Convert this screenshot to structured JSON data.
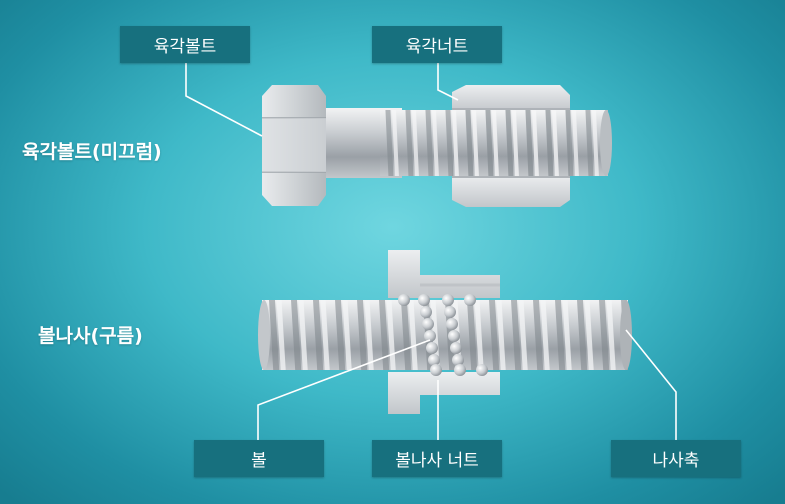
{
  "labels": {
    "hex_bolt": "육각볼트",
    "hex_nut": "육각너트",
    "hex_bolt_caption": "육각볼트(미끄럼)",
    "ball_screw_caption": "볼나사(구름)",
    "ball": "볼",
    "ball_screw_nut": "볼나사 너트",
    "screw_shaft": "나사축"
  },
  "colors": {
    "tag_bg": "#17707e",
    "tag_text": "#ffffff",
    "leader_line": "#ffffff",
    "metal_light": "#e6e8ea",
    "metal_dark": "#8e9399"
  }
}
